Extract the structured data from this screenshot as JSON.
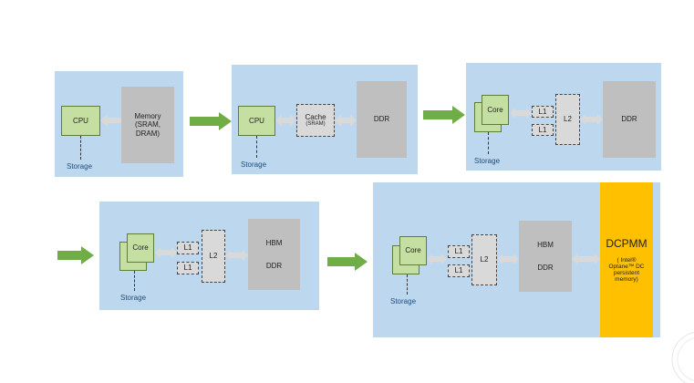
{
  "stage1": {
    "cpu": "CPU",
    "memory": [
      "Memory",
      "(SRAM,",
      "DRAM)"
    ],
    "storage": "Storage"
  },
  "stage2": {
    "cpu": "CPU",
    "cache": [
      "Cache",
      "(SRAM)"
    ],
    "ddr": "DDR",
    "storage": "Storage"
  },
  "stage3": {
    "core": "Core",
    "l1a": "L1",
    "l1b": "L1",
    "l2": "L2",
    "ddr": "DDR",
    "storage": "Storage"
  },
  "stage4": {
    "core": "Core",
    "l1a": "L1",
    "l1b": "L1",
    "l2": "L2",
    "hbm": "HBM",
    "ddr": "DDR",
    "storage": "Storage"
  },
  "stage5": {
    "core": "Core",
    "l1a": "L1",
    "l1b": "L1",
    "l2": "L2",
    "hbm": "HBM",
    "ddr": "DDR",
    "storage": "Storage",
    "dcpmm_title": "DCPMM",
    "dcpmm_desc": [
      "( Intel®",
      "Optane™ DC",
      "persistent",
      "memory)"
    ]
  },
  "colors": {
    "panel": "#bdd7ee",
    "cpu": "#c5dfa2",
    "memory": "#bfbfbf",
    "cache": "#d9d9d9",
    "arrow": "#70ad47",
    "dcpmm": "#ffc000"
  }
}
